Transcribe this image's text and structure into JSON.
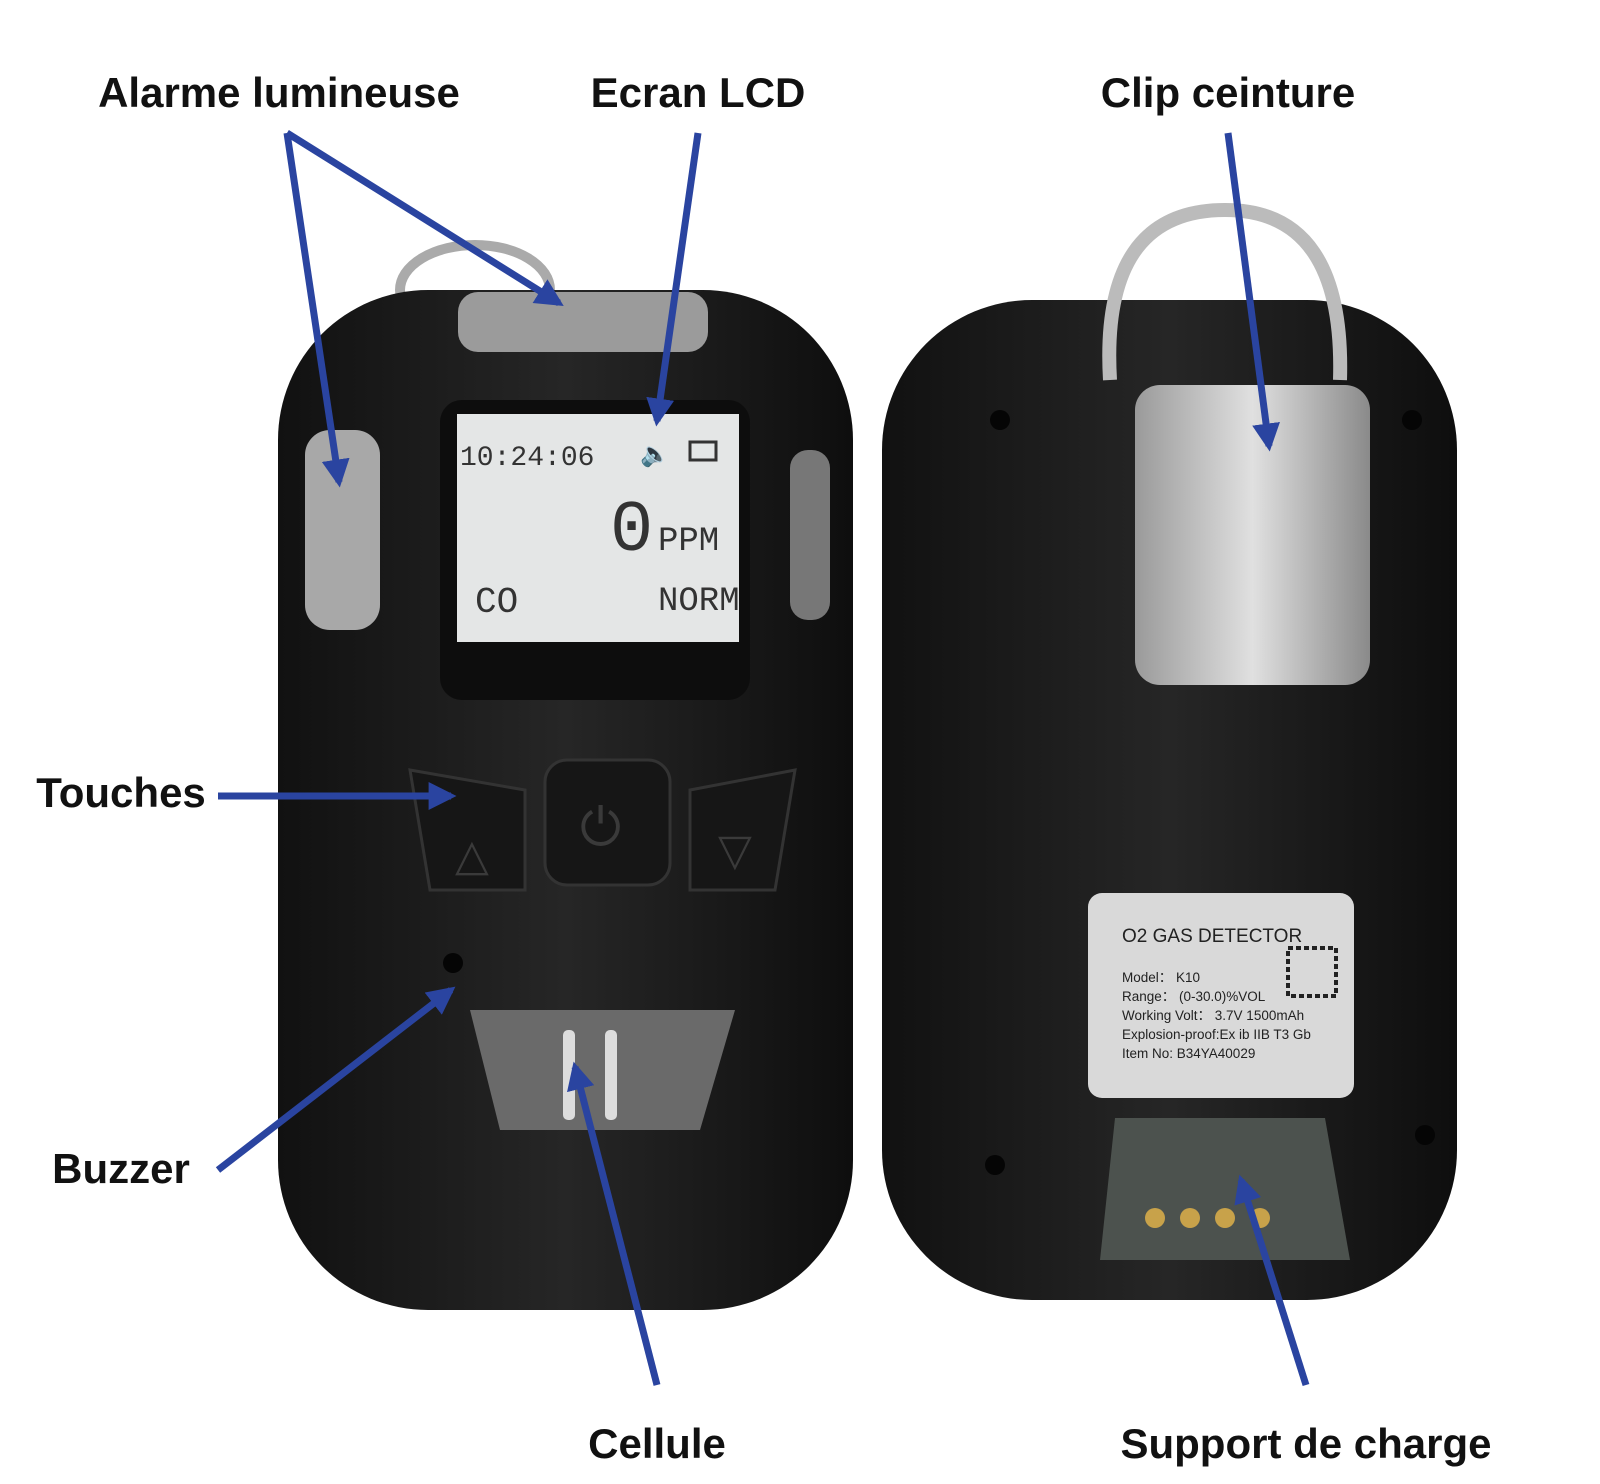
{
  "labels": {
    "light_alarm": "Alarme lumineuse",
    "lcd_screen": "Ecran LCD",
    "belt_clip": "Clip ceinture",
    "keys": "Touches",
    "buzzer": "Buzzer",
    "cell": "Cellule",
    "charging_support": "Support de charge"
  },
  "lcd": {
    "time": "10:24:06",
    "value": "0",
    "unit": "PPM",
    "gas": "CO",
    "status": "NORM"
  },
  "sticker": {
    "title": "O2 GAS DETECTOR",
    "model": "Model： K10",
    "range": "Range： (0-30.0)%VOL",
    "volt": "Working Volt： 3.7V 1500mAh",
    "explosion": "Explosion-proof:Ex ib IIB T3 Gb",
    "item": "Item No: B34YA40029"
  },
  "colors": {
    "arrow": "#2a44a0",
    "body": "#1b1b1b",
    "screen": "#e4e6e6"
  }
}
